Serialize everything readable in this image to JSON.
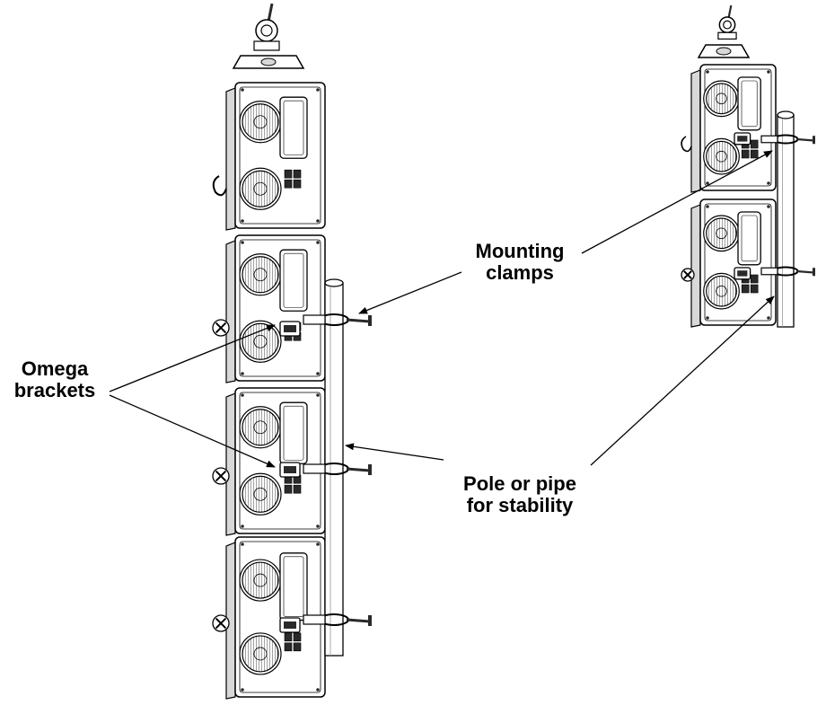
{
  "diagram": {
    "labels": {
      "mounting_clamps": [
        "Mounting",
        "clamps"
      ],
      "omega_brackets": [
        "Omega",
        "brackets"
      ],
      "pole_or_pipe": [
        "Pole or pipe",
        "for stability"
      ]
    },
    "colors": {
      "line": "#000000",
      "panel_fill": "#ffffff",
      "shade": "#d8d8d8",
      "fan_fill": "#bdbdbd",
      "dark": "#2a2a2a"
    },
    "icons": [
      "clamp-icon",
      "fan-icon",
      "connector-icon",
      "arrow-icon"
    ]
  }
}
